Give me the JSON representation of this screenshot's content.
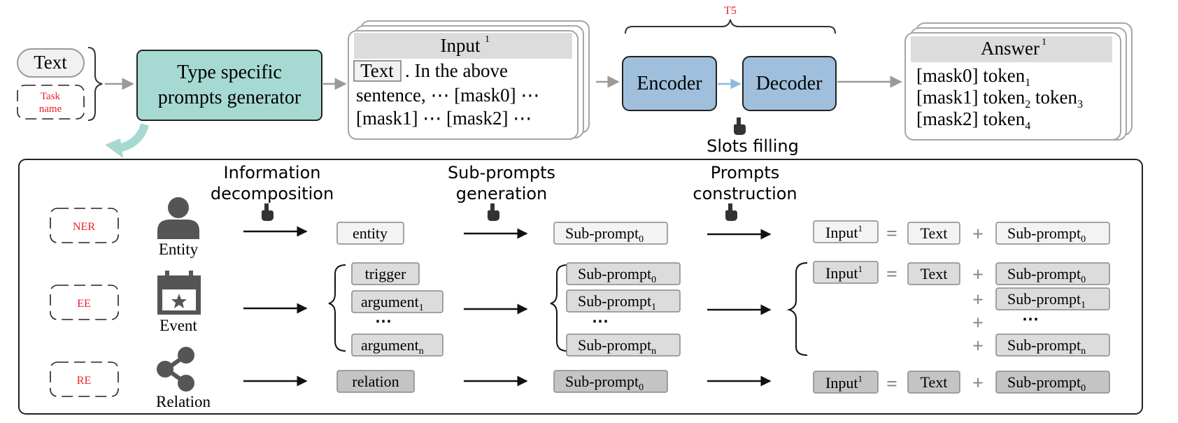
{
  "inputs": {
    "text_label": "Text",
    "task_name_label": "Task name"
  },
  "generator": {
    "label_line1": "Type specific",
    "label_line2": "prompts generator"
  },
  "input_card": {
    "title": "Input",
    "title_sup": "1",
    "line1_box": "Text",
    "line1_rest": ". In the above",
    "line2": "sentence, ⋯ [mask0] ⋯",
    "line3": "[mask1] ⋯ [mask2] ⋯"
  },
  "model": {
    "group_label": "T5",
    "encoder_label": "Encoder",
    "decoder_label": "Decoder",
    "slots_label": "Slots filling"
  },
  "answer_card": {
    "title": "Answer",
    "title_sup": "1",
    "rows": [
      {
        "mask": "[mask0] token",
        "subs": [
          "1"
        ],
        "extra": ""
      },
      {
        "mask": "[mask1] token",
        "subs": [
          "2"
        ],
        "extra": " token",
        "extra_sub": "3"
      },
      {
        "mask": "[mask2] token",
        "subs": [
          "4"
        ],
        "extra": ""
      }
    ]
  },
  "stages": {
    "stage1_line1": "Information",
    "stage1_line2": "decomposition",
    "stage2_line1": "Sub-prompts",
    "stage2_line2": "generation",
    "stage3_line1": "Prompts",
    "stage3_line2": "construction"
  },
  "tasks": [
    {
      "tag": "NER",
      "name": "Entity"
    },
    {
      "tag": "EE",
      "name": "Event"
    },
    {
      "tag": "RE",
      "name": "Relation"
    }
  ],
  "decomp": {
    "entity": "entity",
    "trigger": "trigger",
    "argument": "argument",
    "sub_1": "1",
    "sub_n": "n",
    "relation": "relation",
    "ellipsis": "⋯"
  },
  "subprompt": {
    "label": "Sub-prompt",
    "sub_0": "0",
    "sub_1": "1",
    "sub_n": "n"
  },
  "construction": {
    "input_label": "Input",
    "input_sup": "1",
    "equals": "=",
    "plus": "+",
    "text_label": "Text"
  },
  "colors": {
    "teal": "#a6d9d2",
    "blue": "#9fbfdc",
    "light_box": "#f3f3f3",
    "mid_box": "#dcdcdc",
    "dark_box": "#c4c4c4",
    "grey_arrow": "#9a9a9a",
    "red_text": "#e8202a"
  }
}
